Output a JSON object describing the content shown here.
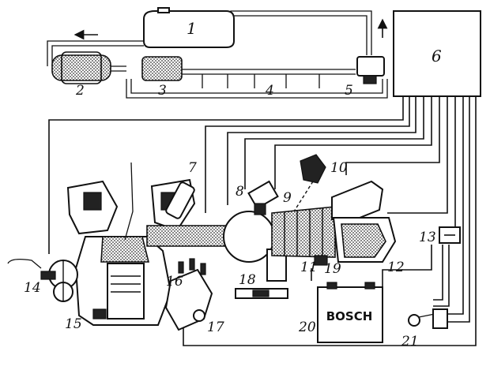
{
  "labels": [
    "1",
    "2",
    "3",
    "4",
    "5",
    "6",
    "7",
    "8",
    "9",
    "10",
    "11",
    "12",
    "13",
    "14",
    "15",
    "16",
    "17",
    "18",
    "19",
    "20",
    "21"
  ],
  "battery_brand": "BOSCH"
}
